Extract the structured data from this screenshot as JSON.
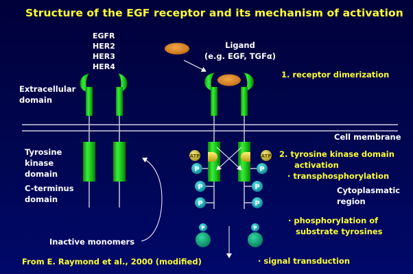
{
  "title": "Structure of the EGF receptor and its mechanism of activation",
  "colors": {
    "background": "#000650",
    "title_text": "#ffff33",
    "label_text": "#ffffff",
    "receptor_green": "#22cc22",
    "ligand_orange": "#e8902a",
    "phosphate_teal": "#1ab0b0",
    "atp_yellow": "#d8c840",
    "substrate_green": "#16a878"
  },
  "labels": {
    "receptor_family": [
      "EGFR",
      "HER2",
      "HER3",
      "HER4"
    ],
    "ligand_line1": "Ligand",
    "ligand_line2": "(e.g. EGF, TGFα)",
    "extracellular_line1": "Extracellular",
    "extracellular_line2": "domain",
    "cell_membrane": "Cell membrane",
    "tk_line1": "Tyrosine",
    "tk_line2": "kinase",
    "tk_line3": "domain",
    "ct_line1": "C-terminus",
    "ct_line2": "domain",
    "inactive_monomers": "Inactive monomers",
    "citation": "From E. Raymond et al., 2000 (modified)",
    "cytoplasmic_line1": "Cytoplasmatic",
    "cytoplasmic_line2": "region",
    "atp": "ATP",
    "phosphate": "P"
  },
  "steps": {
    "step1": "1. receptor dimerization",
    "step2_line1": "2. tyrosine kinase domain",
    "step2_line2": "activation",
    "step2_bullet": "· transphosphorylation",
    "bullet_substrate_line1": "· phosphorylation of",
    "bullet_substrate_line2": "substrate tyrosines",
    "bullet_signal": "· signal transduction"
  }
}
